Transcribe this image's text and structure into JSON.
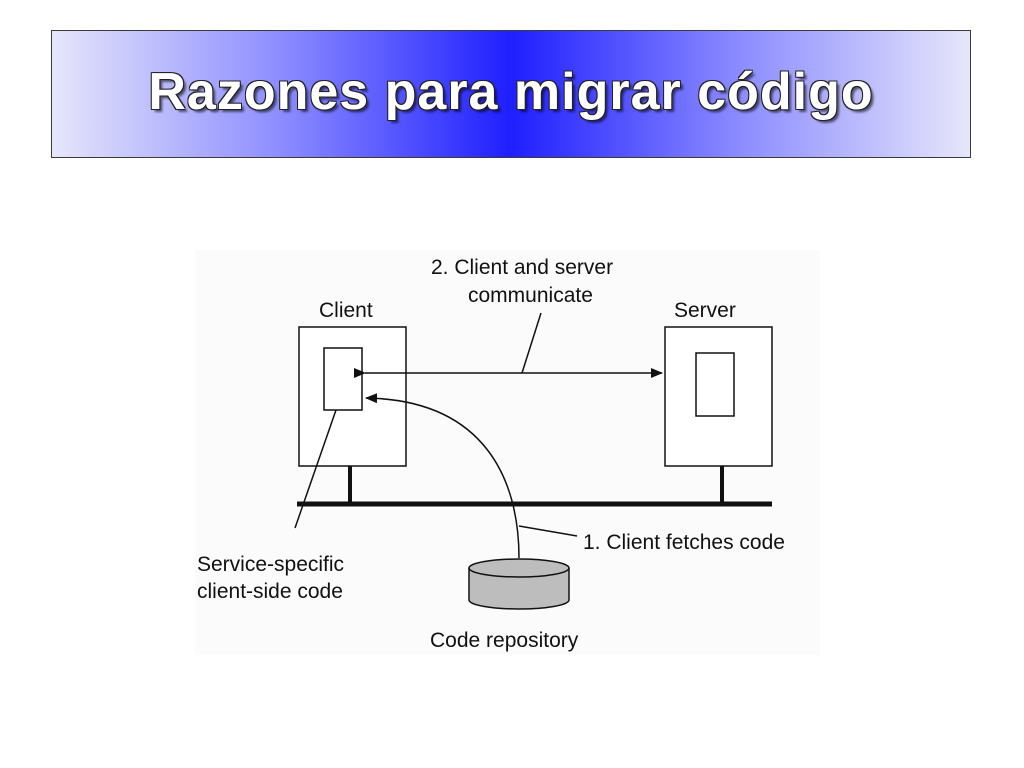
{
  "title": "Razones para migrar código",
  "diagram": {
    "labels": {
      "communicate_line1": "2. Client and server",
      "communicate_line2": "communicate",
      "client": "Client",
      "server": "Server",
      "fetch": "1. Client fetches code",
      "service_line1": "Service-specific",
      "service_line2": "client-side code",
      "repository": "Code repository"
    },
    "colors": {
      "banner_center": "#1f1fff",
      "banner_edge": "#e6e6fb",
      "repository_fill": "#bdbdbd"
    }
  }
}
